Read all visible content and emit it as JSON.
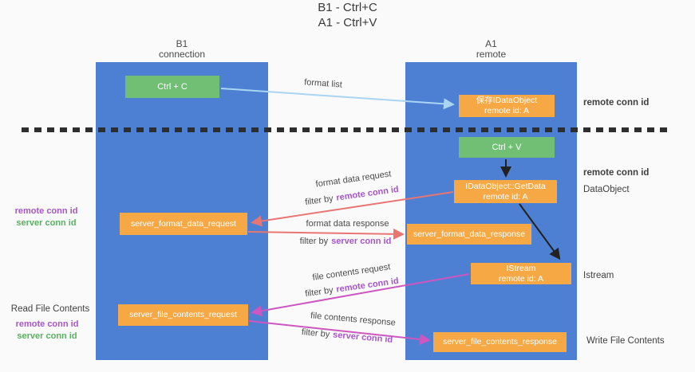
{
  "title": {
    "line1": "B1 - Ctrl+C",
    "line2": "A1 - Ctrl+V"
  },
  "columns": {
    "left": {
      "name": "B1",
      "role": "connection"
    },
    "right": {
      "name": "A1",
      "role": "remote"
    }
  },
  "nodes": {
    "ctrl_c": {
      "label": "Ctrl + C"
    },
    "save_idataobject": {
      "line1": "保存IDataObject",
      "line2": "remote id: A"
    },
    "ctrl_v": {
      "label": "Ctrl + V"
    },
    "getdata": {
      "line1": "IDataObject::GetData",
      "line2": "remote id: A"
    },
    "server_format_data_request": {
      "label": "server_format_data_request"
    },
    "server_format_data_response": {
      "label": "server_format_data_response"
    },
    "istream": {
      "line1": "IStream",
      "line2": "remote id: A"
    },
    "server_file_contents_request": {
      "label": "server_file_contents_request"
    },
    "server_file_contents_response": {
      "label": "server_file_contents_response"
    }
  },
  "edge_labels": {
    "format_list": "format list",
    "format_data_request": "format data request",
    "format_data_response": "format data response",
    "file_contents_request": "file contents request",
    "file_contents_response": "file contents response",
    "filter_by": "filter by",
    "remote_conn_id": "remote conn id",
    "server_conn_id": "server conn id"
  },
  "side_labels": {
    "remote_conn_id": "remote conn id",
    "server_conn_id": "server conn id",
    "dataobject": "DataObject",
    "istream": "Istream",
    "read_file_contents": "Read File Contents",
    "write_file_contents": "Write File Contents"
  },
  "colors": {
    "column_blue": "#4d80d3",
    "node_orange": "#f6a844",
    "node_green": "#71bf74",
    "arrow_red": "#e97573",
    "arrow_magenta": "#cd56c0",
    "arrow_light_blue": "#a9d5f2",
    "arrow_black": "#222222",
    "dashed_line": "#2e2e2e",
    "text_purple": "#a855c8",
    "text_green": "#57b25e"
  }
}
